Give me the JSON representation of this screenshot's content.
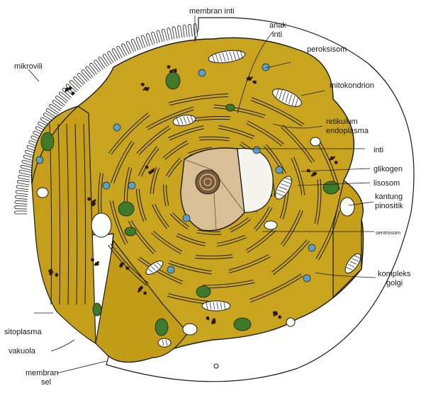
{
  "colors": {
    "cytoplasm": "#c9a41e",
    "cytoplasm_dark": "#a88511",
    "nucleus": "#d9bf95",
    "nucleolus": "#7a5a3a",
    "membrane": "#1a1a1a",
    "mitochondria": "#3f7a2a",
    "peroxisome": "#5aa0c8",
    "vacuole": "#ffffff"
  },
  "labels": {
    "membran_inti": "membran inti",
    "anak_inti_1": "anak",
    "anak_inti_2": "inti",
    "peroksisom": "peroksisom",
    "mikrovili": "mikrovili",
    "mitokondrion": "mitokondrion",
    "retikulum_1": "retikulum",
    "retikulum_2": "endoplasma",
    "inti": "inti",
    "glikogen": "glikogen",
    "lisosom": "lisosom",
    "kantung_1": "kantung",
    "kantung_2": "pinositik",
    "sentrosom": "sentrosom",
    "kompleks_1": "kompleks",
    "kompleks_2": "golgi",
    "sitoplasma": "sitoplasma",
    "vakuola": "vakuola",
    "membran_sel_1": "membran",
    "membran_sel_2": "sel"
  }
}
